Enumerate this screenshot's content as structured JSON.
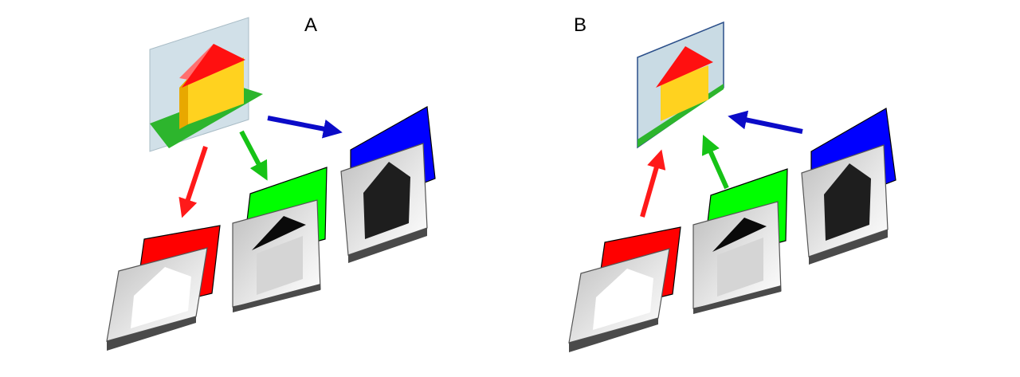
{
  "panels": [
    {
      "label": "A",
      "arrow_direction": "scene-to-channels"
    },
    {
      "label": "B",
      "arrow_direction": "channels-to-image"
    }
  ],
  "channels": [
    {
      "name": "red",
      "color": "#ff0000"
    },
    {
      "name": "green",
      "color": "#00ff00"
    },
    {
      "name": "blue",
      "color": "#0000ff"
    }
  ],
  "arrow_colors": {
    "red": "#ff1a1a",
    "green": "#16c316",
    "blue": "#0b0bc8"
  },
  "scene_colors": {
    "wall": "#ffd21f",
    "wall_side": "#e8a800",
    "roof": "#ff1010",
    "ground": "#2db52d",
    "sky": "#c9dbe4"
  }
}
